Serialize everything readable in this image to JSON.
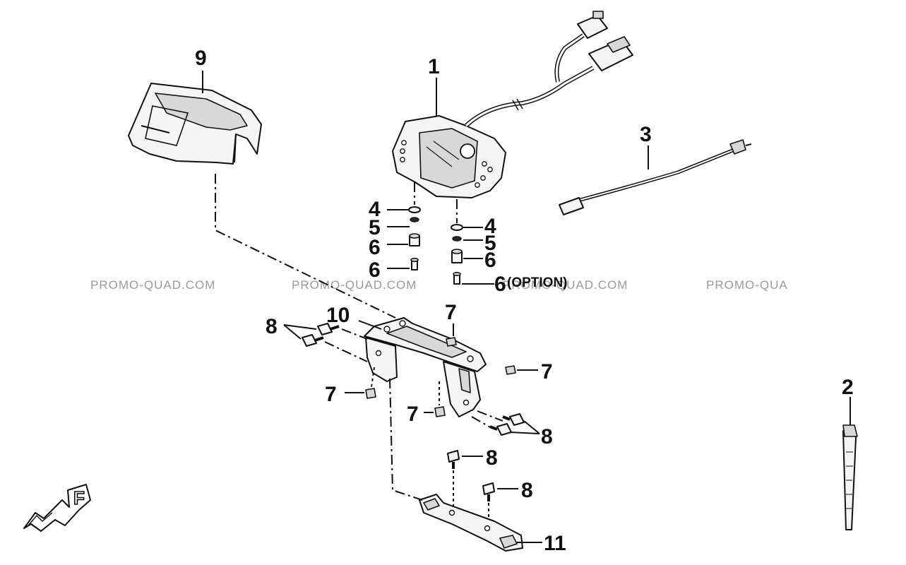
{
  "callouts": {
    "c1": "1",
    "c2": "2",
    "c3": "3",
    "c4a": "4",
    "c4b": "4",
    "c5a": "5",
    "c5b": "5",
    "c6a": "6",
    "c6b": "6",
    "c6c": "6",
    "c6d": "6",
    "c7a": "7",
    "c7b": "7",
    "c7c": "7",
    "c7d": "7",
    "c8a": "8",
    "c8b": "8",
    "c8c": "8",
    "c8d": "8",
    "c9": "9",
    "c10": "10",
    "c11": "11"
  },
  "option_text": "(OPTION)",
  "watermark": "PROMO-QUAD.COM",
  "watermark_clipped": "PROMO-QUA",
  "front_marker": "F",
  "icons": [
    "front-direction-arrow-icon"
  ]
}
